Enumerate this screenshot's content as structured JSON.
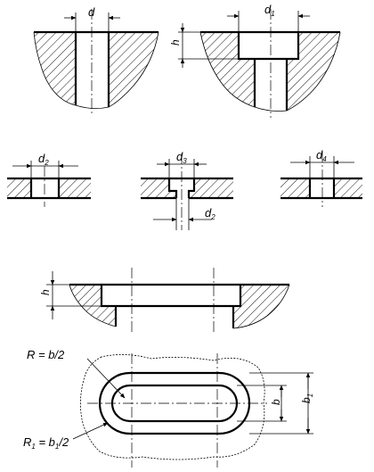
{
  "fig1": {
    "d": "d"
  },
  "fig2": {
    "d1": {
      "main": "d",
      "sub": "1"
    },
    "h": "h"
  },
  "fig3": {
    "d2": {
      "main": "d",
      "sub": "2"
    }
  },
  "fig4": {
    "d3": {
      "main": "d",
      "sub": "3"
    },
    "d2": {
      "main": "d",
      "sub": "2"
    }
  },
  "fig5": {
    "d4": {
      "main": "d",
      "sub": "4"
    }
  },
  "fig6": {
    "h": "h"
  },
  "fig7": {
    "r": "R = b/2",
    "r1": {
      "main": "R",
      "sub": "1",
      "rest": " = b",
      "sub2": "1",
      "tail": "/2"
    },
    "b": "b",
    "b1": {
      "main": "b",
      "sub": "1"
    }
  }
}
